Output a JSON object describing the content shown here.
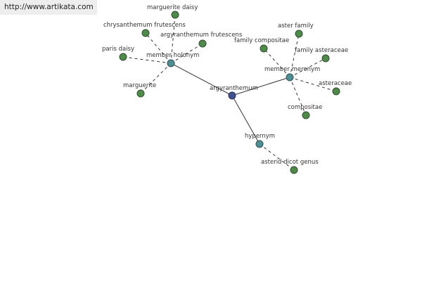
{
  "site": {
    "url_text": "http://www.artikata.com"
  },
  "colors": {
    "leaf": "#4f8a4b",
    "relation": "#4f8f94",
    "center": "#44508c",
    "edge": "#333333"
  },
  "graph": {
    "center": "argyranthemum",
    "nodes": [
      {
        "id": "argyranthemum",
        "label": "argyranthemum",
        "kind": "center"
      },
      {
        "id": "member-holonym",
        "label": "member holonym",
        "kind": "relation"
      },
      {
        "id": "member-meronym",
        "label": "member meronym",
        "kind": "relation"
      },
      {
        "id": "hypernym",
        "label": "hypernym",
        "kind": "relation"
      },
      {
        "id": "marguerite-daisy",
        "label": "marguerite daisy",
        "kind": "leaf"
      },
      {
        "id": "chrysanthemum-frutescens",
        "label": "chrysanthemum frutescens",
        "kind": "leaf"
      },
      {
        "id": "argyranthemum-frutescens",
        "label": "argyranthemum frutescens",
        "kind": "leaf"
      },
      {
        "id": "paris-daisy",
        "label": "paris daisy",
        "kind": "leaf"
      },
      {
        "id": "marguerite",
        "label": "marguerite",
        "kind": "leaf"
      },
      {
        "id": "aster-family",
        "label": "aster family",
        "kind": "leaf"
      },
      {
        "id": "family-compositae",
        "label": "family compositae",
        "kind": "leaf"
      },
      {
        "id": "family-asteraceae",
        "label": "family asteraceae",
        "kind": "leaf"
      },
      {
        "id": "asteraceae",
        "label": "asteraceae",
        "kind": "leaf"
      },
      {
        "id": "compositae",
        "label": "compositae",
        "kind": "leaf"
      },
      {
        "id": "asterid-dicot-genus",
        "label": "asterid dicot genus",
        "kind": "leaf"
      }
    ],
    "edges": [
      {
        "from": "argyranthemum",
        "to": "member-holonym",
        "style": "solid"
      },
      {
        "from": "argyranthemum",
        "to": "member-meronym",
        "style": "solid"
      },
      {
        "from": "argyranthemum",
        "to": "hypernym",
        "style": "solid"
      },
      {
        "from": "member-holonym",
        "to": "marguerite-daisy",
        "style": "dashed"
      },
      {
        "from": "member-holonym",
        "to": "chrysanthemum-frutescens",
        "style": "dashed"
      },
      {
        "from": "member-holonym",
        "to": "argyranthemum-frutescens",
        "style": "dashed"
      },
      {
        "from": "member-holonym",
        "to": "paris-daisy",
        "style": "dashed"
      },
      {
        "from": "member-holonym",
        "to": "marguerite",
        "style": "dashed"
      },
      {
        "from": "member-meronym",
        "to": "aster-family",
        "style": "dashed"
      },
      {
        "from": "member-meronym",
        "to": "family-compositae",
        "style": "dashed"
      },
      {
        "from": "member-meronym",
        "to": "family-asteraceae",
        "style": "dashed"
      },
      {
        "from": "member-meronym",
        "to": "asteraceae",
        "style": "dashed"
      },
      {
        "from": "member-meronym",
        "to": "compositae",
        "style": "dashed"
      },
      {
        "from": "hypernym",
        "to": "asterid-dicot-genus",
        "style": "dashed"
      }
    ]
  }
}
